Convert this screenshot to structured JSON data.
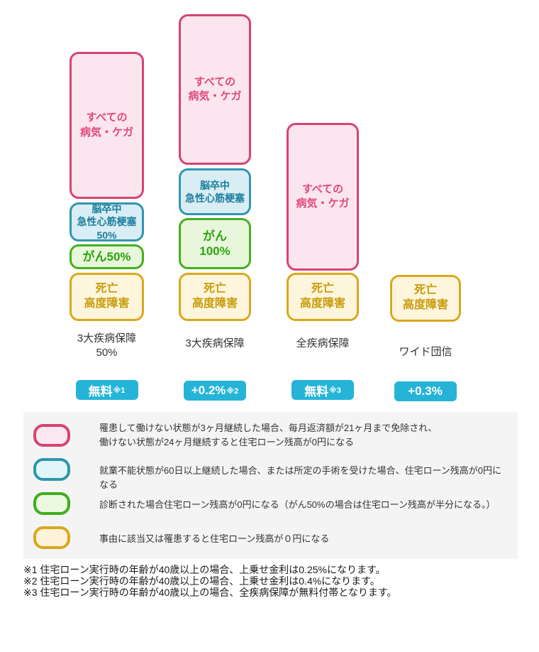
{
  "columns": [
    {
      "label": "3大疾病保障\n50%",
      "badge": {
        "main": "無料",
        "note": "※1"
      },
      "boxes": {
        "pink": "すべての\n病気・ケガ",
        "blue": "脳卒中\n急性心筋梗塞\n50%",
        "green": "がん50%",
        "yellow": "死亡\n高度障害"
      }
    },
    {
      "label": "3大疾病保障",
      "badge": {
        "main": "+0.2%",
        "note": "※2"
      },
      "boxes": {
        "pink": "すべての\n病気・ケガ",
        "blue": "脳卒中\n急性心筋梗塞",
        "green": "がん\n100%",
        "yellow": "死亡\n高度障害"
      }
    },
    {
      "label": "全疾病保障",
      "badge": {
        "main": "無料",
        "note": "※3"
      },
      "boxes": {
        "pink": "すべての\n病気・ケガ",
        "yellow": "死亡\n高度障害"
      }
    },
    {
      "label": "ワイド団信",
      "badge": {
        "main": "+0.3%",
        "note": ""
      },
      "boxes": {
        "yellow": "死亡\n高度障害"
      }
    }
  ],
  "legend": [
    {
      "color": "pink",
      "text": "罹患して働けない状態が3ヶ月継続した場合、毎月返済額が21ヶ月まで免除され、\n働けない状態が24ヶ月継続すると住宅ローン残高が0円になる"
    },
    {
      "color": "blue",
      "text": "就業不能状態が60日以上継続した場合、または所定の手術を受けた場合、住宅ローン残高が0円になる"
    },
    {
      "color": "green",
      "text": "診断された場合住宅ローン残高が0円になる（がん50%の場合は住宅ローン残高が半分になる。）"
    },
    {
      "color": "yellow",
      "text": "事由に該当又は罹患すると住宅ローン残高が０円になる"
    }
  ],
  "footnotes": "※1 住宅ローン実行時の年齢が40歳以上の場合、上乗せ金利は0.25%になります。\n※2 住宅ローン実行時の年齢が40歳以上の場合、上乗せ金利は0.4%になります。\n※3 住宅ローン実行時の年齢が40歳以上の場合、全疾病保障が無料付帯となります。",
  "colors": {
    "pink_border": "#d64470",
    "pink_fill": "#fbe5ee",
    "pink_text": "#e0497a",
    "blue_border": "#3295ae",
    "blue_fill": "#d9edf4",
    "blue_text": "#1c7f9d",
    "green_border": "#44b01e",
    "green_fill": "#e8f7dc",
    "green_text": "#2ba50c",
    "yellow_border": "#d9a81d",
    "yellow_fill": "#fdf5dc",
    "yellow_text": "#c89c0b",
    "badge_bg": "#25b4d8",
    "badge_text": "#ffffff",
    "panel_bg": "#f4f4f4"
  }
}
